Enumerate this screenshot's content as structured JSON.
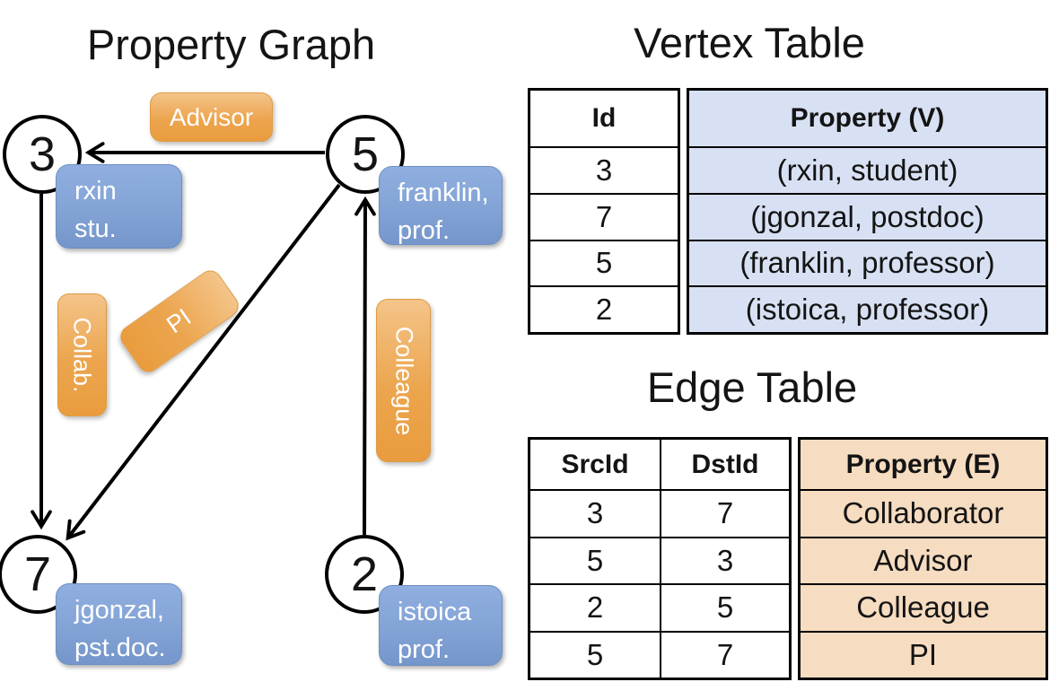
{
  "slide": {
    "graph_title": "Property Graph",
    "vertex_table_title": "Vertex Table",
    "edge_table_title": "Edge Table"
  },
  "graph": {
    "nodes": {
      "n3": {
        "id": "3",
        "line1": "rxin",
        "line2": "stu."
      },
      "n5": {
        "id": "5",
        "line1": "franklin,",
        "line2": "prof."
      },
      "n7": {
        "id": "7",
        "line1": "jgonzal,",
        "line2": "pst.doc."
      },
      "n2": {
        "id": "2",
        "line1": "istoica",
        "line2": "prof."
      }
    },
    "edge_labels": {
      "advisor": "Advisor",
      "collab": "Collab.",
      "pi": "PI",
      "colleague": "Colleague"
    }
  },
  "vertex_table": {
    "col_id": "Id",
    "col_property": "Property (V)",
    "rows": [
      {
        "id": "3",
        "property": "(rxin, student)"
      },
      {
        "id": "7",
        "property": "(jgonzal, postdoc)"
      },
      {
        "id": "5",
        "property": "(franklin, professor)"
      },
      {
        "id": "2",
        "property": "(istoica, professor)"
      }
    ]
  },
  "edge_table": {
    "col_src": "SrcId",
    "col_dst": "DstId",
    "col_property": "Property (E)",
    "rows": [
      {
        "src": "3",
        "dst": "7",
        "property": "Collaborator"
      },
      {
        "src": "5",
        "dst": "3",
        "property": "Advisor"
      },
      {
        "src": "2",
        "dst": "5",
        "property": "Colleague"
      },
      {
        "src": "5",
        "dst": "7",
        "property": "PI"
      }
    ]
  },
  "colors": {
    "edge_label_orange": "#eca54e",
    "vertex_label_blue": "#83a3d6",
    "vertex_property_fill": "#d8e1f3",
    "edge_property_fill": "#f6dcc0",
    "line_black": "#000000"
  }
}
